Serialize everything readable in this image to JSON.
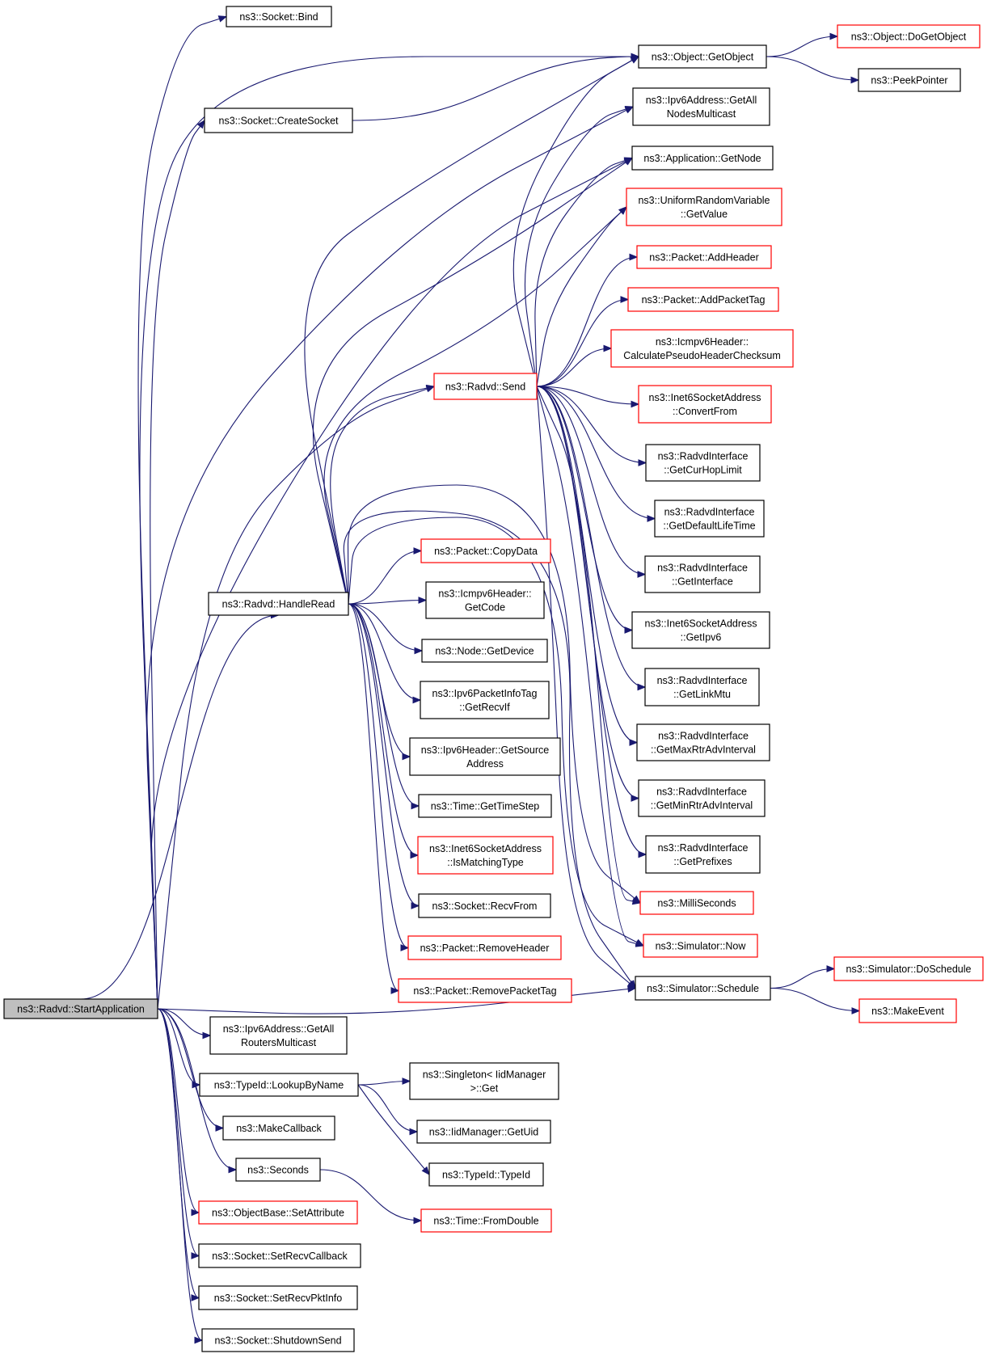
{
  "colors": {
    "edge": "#191970",
    "box_normal": "#000000",
    "box_truncated": "#ff0000",
    "root_fill": "#bfbfbf",
    "box_fill": "#ffffff"
  },
  "nodes": [
    {
      "id": "start",
      "lines": [
        "ns3::Radvd::StartApplication"
      ],
      "border": "black",
      "root": true
    },
    {
      "id": "bind",
      "lines": [
        "ns3::Socket::Bind"
      ],
      "border": "black"
    },
    {
      "id": "createsocket",
      "lines": [
        "ns3::Socket::CreateSocket"
      ],
      "border": "black"
    },
    {
      "id": "handleread",
      "lines": [
        "ns3::Radvd::HandleRead"
      ],
      "border": "black"
    },
    {
      "id": "send",
      "lines": [
        "ns3::Radvd::Send"
      ],
      "border": "red"
    },
    {
      "id": "getobject",
      "lines": [
        "ns3::Object::GetObject"
      ],
      "border": "black"
    },
    {
      "id": "dogetobject",
      "lines": [
        "ns3::Object::DoGetObject"
      ],
      "border": "red"
    },
    {
      "id": "peekpointer",
      "lines": [
        "ns3::PeekPointer"
      ],
      "border": "black"
    },
    {
      "id": "getallnodes",
      "lines": [
        "ns3::Ipv6Address::GetAll",
        "NodesMulticast"
      ],
      "border": "black"
    },
    {
      "id": "getnode",
      "lines": [
        "ns3::Application::GetNode"
      ],
      "border": "black"
    },
    {
      "id": "getvalue",
      "lines": [
        "ns3::UniformRandomVariable",
        "::GetValue"
      ],
      "border": "red"
    },
    {
      "id": "addheader",
      "lines": [
        "ns3::Packet::AddHeader"
      ],
      "border": "red"
    },
    {
      "id": "addpackettag",
      "lines": [
        "ns3::Packet::AddPacketTag"
      ],
      "border": "red"
    },
    {
      "id": "calcpseudo",
      "lines": [
        "ns3::Icmpv6Header::",
        "CalculatePseudoHeaderChecksum"
      ],
      "border": "red"
    },
    {
      "id": "convertfrom",
      "lines": [
        "ns3::Inet6SocketAddress",
        "::ConvertFrom"
      ],
      "border": "red"
    },
    {
      "id": "getcurhop",
      "lines": [
        "ns3::RadvdInterface",
        "::GetCurHopLimit"
      ],
      "border": "black"
    },
    {
      "id": "getdefaultlife",
      "lines": [
        "ns3::RadvdInterface",
        "::GetDefaultLifeTime"
      ],
      "border": "black"
    },
    {
      "id": "getinterface",
      "lines": [
        "ns3::RadvdInterface",
        "::GetInterface"
      ],
      "border": "black"
    },
    {
      "id": "getipv6",
      "lines": [
        "ns3::Inet6SocketAddress",
        "::GetIpv6"
      ],
      "border": "black"
    },
    {
      "id": "getlinkmtu",
      "lines": [
        "ns3::RadvdInterface",
        "::GetLinkMtu"
      ],
      "border": "black"
    },
    {
      "id": "getmaxrtr",
      "lines": [
        "ns3::RadvdInterface",
        "::GetMaxRtrAdvInterval"
      ],
      "border": "black"
    },
    {
      "id": "getminrtr",
      "lines": [
        "ns3::RadvdInterface",
        "::GetMinRtrAdvInterval"
      ],
      "border": "black"
    },
    {
      "id": "getprefixes",
      "lines": [
        "ns3::RadvdInterface",
        "::GetPrefixes"
      ],
      "border": "black"
    },
    {
      "id": "milliseconds",
      "lines": [
        "ns3::MilliSeconds"
      ],
      "border": "red"
    },
    {
      "id": "now",
      "lines": [
        "ns3::Simulator::Now"
      ],
      "border": "red"
    },
    {
      "id": "schedule",
      "lines": [
        "ns3::Simulator::Schedule"
      ],
      "border": "black"
    },
    {
      "id": "doschedule",
      "lines": [
        "ns3::Simulator::DoSchedule"
      ],
      "border": "red"
    },
    {
      "id": "makeevent",
      "lines": [
        "ns3::MakeEvent"
      ],
      "border": "red"
    },
    {
      "id": "copydata",
      "lines": [
        "ns3::Packet::CopyData"
      ],
      "border": "red"
    },
    {
      "id": "getcode",
      "lines": [
        "ns3::Icmpv6Header::",
        "GetCode"
      ],
      "border": "black"
    },
    {
      "id": "getdevice",
      "lines": [
        "ns3::Node::GetDevice"
      ],
      "border": "black"
    },
    {
      "id": "getrecvif",
      "lines": [
        "ns3::Ipv6PacketInfoTag",
        "::GetRecvIf"
      ],
      "border": "black"
    },
    {
      "id": "getsource",
      "lines": [
        "ns3::Ipv6Header::GetSource",
        "Address"
      ],
      "border": "black"
    },
    {
      "id": "gettimestep",
      "lines": [
        "ns3::Time::GetTimeStep"
      ],
      "border": "black"
    },
    {
      "id": "ismatching",
      "lines": [
        "ns3::Inet6SocketAddress",
        "::IsMatchingType"
      ],
      "border": "red"
    },
    {
      "id": "recvfrom",
      "lines": [
        "ns3::Socket::RecvFrom"
      ],
      "border": "black"
    },
    {
      "id": "removeheader",
      "lines": [
        "ns3::Packet::RemoveHeader"
      ],
      "border": "red"
    },
    {
      "id": "removepackettag",
      "lines": [
        "ns3::Packet::RemovePacketTag"
      ],
      "border": "red"
    },
    {
      "id": "getallrouters",
      "lines": [
        "ns3::Ipv6Address::GetAll",
        "RoutersMulticast"
      ],
      "border": "black"
    },
    {
      "id": "lookupbyname",
      "lines": [
        "ns3::TypeId::LookupByName"
      ],
      "border": "black"
    },
    {
      "id": "singletonget",
      "lines": [
        "ns3::Singleton< IidManager",
        " >::Get"
      ],
      "border": "black"
    },
    {
      "id": "getuid",
      "lines": [
        "ns3::IidManager::GetUid"
      ],
      "border": "black"
    },
    {
      "id": "typeid",
      "lines": [
        "ns3::TypeId::TypeId"
      ],
      "border": "black"
    },
    {
      "id": "makecallback",
      "lines": [
        "ns3::MakeCallback"
      ],
      "border": "black"
    },
    {
      "id": "seconds",
      "lines": [
        "ns3::Seconds"
      ],
      "border": "black"
    },
    {
      "id": "fromdouble",
      "lines": [
        "ns3::Time::FromDouble"
      ],
      "border": "red"
    },
    {
      "id": "setattribute",
      "lines": [
        "ns3::ObjectBase::SetAttribute"
      ],
      "border": "red"
    },
    {
      "id": "setrecvcallback",
      "lines": [
        "ns3::Socket::SetRecvCallback"
      ],
      "border": "black"
    },
    {
      "id": "setrecvpktinfo",
      "lines": [
        "ns3::Socket::SetRecvPktInfo"
      ],
      "border": "black"
    },
    {
      "id": "shutdownsend",
      "lines": [
        "ns3::Socket::ShutdownSend"
      ],
      "border": "black"
    }
  ],
  "edges": [
    [
      "start",
      "bind"
    ],
    [
      "start",
      "createsocket"
    ],
    [
      "start",
      "getobject"
    ],
    [
      "start",
      "getallnodes"
    ],
    [
      "start",
      "getnode"
    ],
    [
      "start",
      "send"
    ],
    [
      "start",
      "handleread"
    ],
    [
      "start",
      "schedule"
    ],
    [
      "start",
      "getallrouters"
    ],
    [
      "start",
      "lookupbyname"
    ],
    [
      "start",
      "makecallback"
    ],
    [
      "start",
      "seconds"
    ],
    [
      "start",
      "setattribute"
    ],
    [
      "start",
      "setrecvcallback"
    ],
    [
      "start",
      "setrecvpktinfo"
    ],
    [
      "start",
      "shutdownsend"
    ],
    [
      "createsocket",
      "getobject"
    ],
    [
      "getobject",
      "dogetobject"
    ],
    [
      "getobject",
      "peekpointer"
    ],
    [
      "handleread",
      "getobject"
    ],
    [
      "handleread",
      "getnode"
    ],
    [
      "handleread",
      "getvalue"
    ],
    [
      "handleread",
      "send"
    ],
    [
      "handleread",
      "schedule"
    ],
    [
      "handleread",
      "milliseconds"
    ],
    [
      "handleread",
      "now"
    ],
    [
      "handleread",
      "copydata"
    ],
    [
      "handleread",
      "getcode"
    ],
    [
      "handleread",
      "getdevice"
    ],
    [
      "handleread",
      "getrecvif"
    ],
    [
      "handleread",
      "getsource"
    ],
    [
      "handleread",
      "gettimestep"
    ],
    [
      "handleread",
      "ismatching"
    ],
    [
      "handleread",
      "recvfrom"
    ],
    [
      "handleread",
      "removeheader"
    ],
    [
      "handleread",
      "removepackettag"
    ],
    [
      "send",
      "getobject"
    ],
    [
      "send",
      "getallnodes"
    ],
    [
      "send",
      "getnode"
    ],
    [
      "send",
      "getvalue"
    ],
    [
      "send",
      "addheader"
    ],
    [
      "send",
      "addpackettag"
    ],
    [
      "send",
      "calcpseudo"
    ],
    [
      "send",
      "convertfrom"
    ],
    [
      "send",
      "getcurhop"
    ],
    [
      "send",
      "getdefaultlife"
    ],
    [
      "send",
      "getinterface"
    ],
    [
      "send",
      "getipv6"
    ],
    [
      "send",
      "getlinkmtu"
    ],
    [
      "send",
      "getmaxrtr"
    ],
    [
      "send",
      "getminrtr"
    ],
    [
      "send",
      "getprefixes"
    ],
    [
      "send",
      "milliseconds"
    ],
    [
      "send",
      "now"
    ],
    [
      "send",
      "schedule"
    ],
    [
      "schedule",
      "doschedule"
    ],
    [
      "schedule",
      "makeevent"
    ],
    [
      "lookupbyname",
      "singletonget"
    ],
    [
      "lookupbyname",
      "getuid"
    ],
    [
      "lookupbyname",
      "typeid"
    ],
    [
      "seconds",
      "fromdouble"
    ]
  ]
}
